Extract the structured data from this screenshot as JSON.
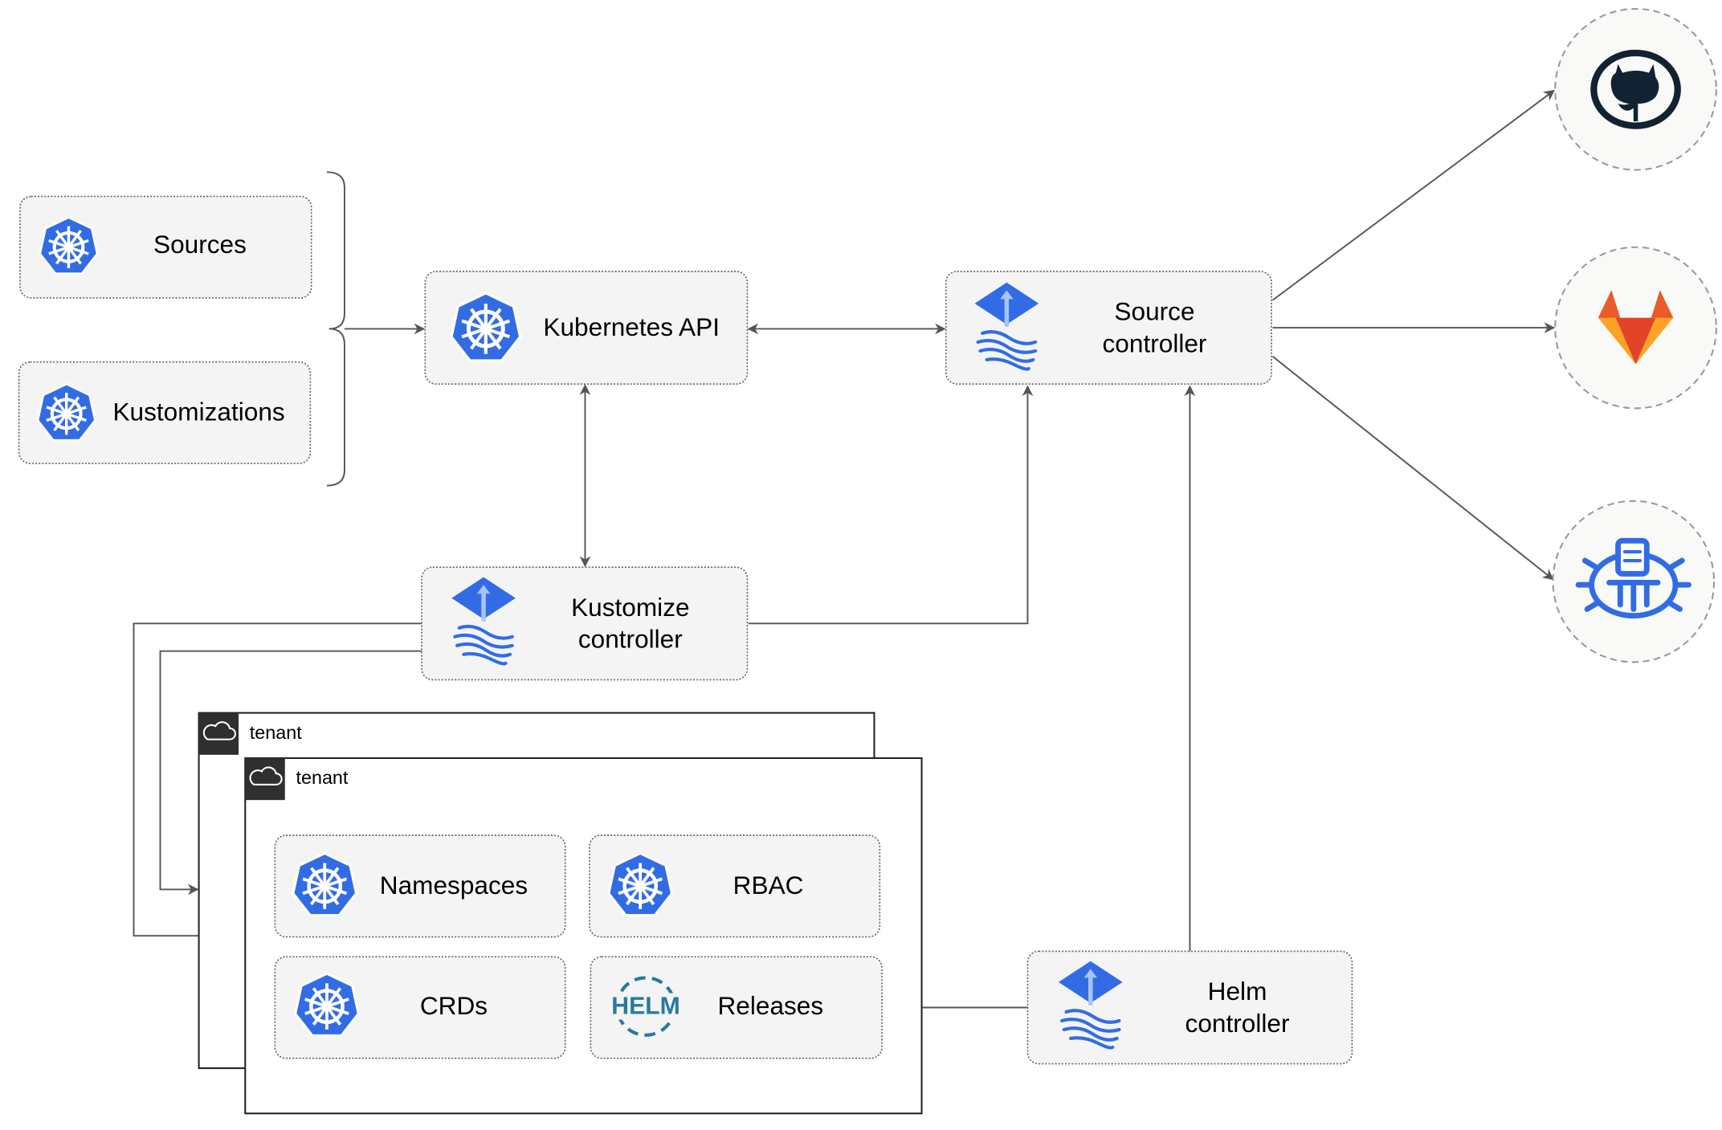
{
  "nodes": {
    "sources": "Sources",
    "kustomizations": "Kustomizations",
    "kubernetes_api": "Kubernetes API",
    "source_controller": [
      "Source",
      "controller"
    ],
    "kustomize_controller": [
      "Kustomize",
      "controller"
    ],
    "helm_controller": [
      "Helm",
      "controller"
    ],
    "namespaces": "Namespaces",
    "rbac": "RBAC",
    "crds": "CRDs",
    "releases": "Releases"
  },
  "tenants": [
    "tenant",
    "tenant"
  ],
  "helm_logo_text": "HELM",
  "external": [
    "github-icon",
    "gitlab-icon",
    "bucket-icon"
  ],
  "colors": {
    "k8s_blue": "#326ce5",
    "gitlab_orange": "#e95b2a",
    "github_dark": "#112233",
    "edge": "#555555"
  }
}
